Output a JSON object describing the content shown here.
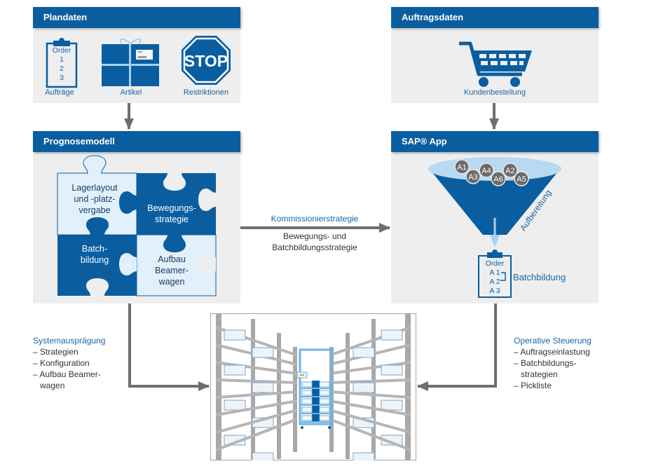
{
  "plandaten": {
    "title": "Plandaten",
    "items": [
      {
        "icon": "clipboard-order-icon",
        "label": "Aufträge",
        "clipboard_lines": [
          "Order",
          "1",
          "2",
          "3"
        ]
      },
      {
        "icon": "package-icon",
        "label": "Artikel"
      },
      {
        "icon": "stop-sign-icon",
        "label": "Restriktionen",
        "sign_text": "STOP"
      }
    ]
  },
  "auftragsdaten": {
    "title": "Auftragsdaten",
    "items": [
      {
        "icon": "shopping-cart-icon",
        "label": "Kundenbestellung"
      }
    ]
  },
  "prognosemodell": {
    "title": "Prognosemodell",
    "pieces": [
      {
        "lines": [
          "Lagerlayout",
          "und -platz-",
          "vergabe"
        ],
        "style": "light"
      },
      {
        "lines": [
          "Bewegungs-",
          "strategie"
        ],
        "style": "dark"
      },
      {
        "lines": [
          "Batch-",
          "bildung"
        ],
        "style": "dark"
      },
      {
        "lines": [
          "Aufbau",
          "Beamer-",
          "wagen"
        ],
        "style": "light"
      }
    ]
  },
  "sap_app": {
    "title": "SAP® App",
    "funnel_label": "Aufbereitung",
    "orders": [
      "A1",
      "A3",
      "A4",
      "A6",
      "A2",
      "A5"
    ],
    "clipboard_lines": [
      "Order",
      "A 1",
      "A 2",
      "A 3"
    ],
    "batch_label": "Batchbildung"
  },
  "center_arrow": {
    "top_label": "Kommissionierstrategie",
    "bottom_lines": [
      "Bewegungs- und",
      "Batchbildungsstrategie"
    ]
  },
  "left_note": {
    "title": "Systemausprägung",
    "items": [
      "– Strategien",
      "– Konfiguration",
      "– Aufbau Beamer-",
      "   wagen"
    ]
  },
  "right_note": {
    "title": "Operative Steuerung",
    "items": [
      "– Auftragseinlastung",
      "– Batchbildungs-",
      "   strategien",
      "– Pickliste"
    ]
  },
  "warehouse": {
    "icon": "warehouse-aisle-illustration"
  },
  "colors": {
    "primary": "#0a5ea0",
    "light_blue": "#e1f0fb",
    "panel_bg": "#eeeeee",
    "arrow": "#6e6e6e",
    "text_blue": "#1b63a6"
  }
}
